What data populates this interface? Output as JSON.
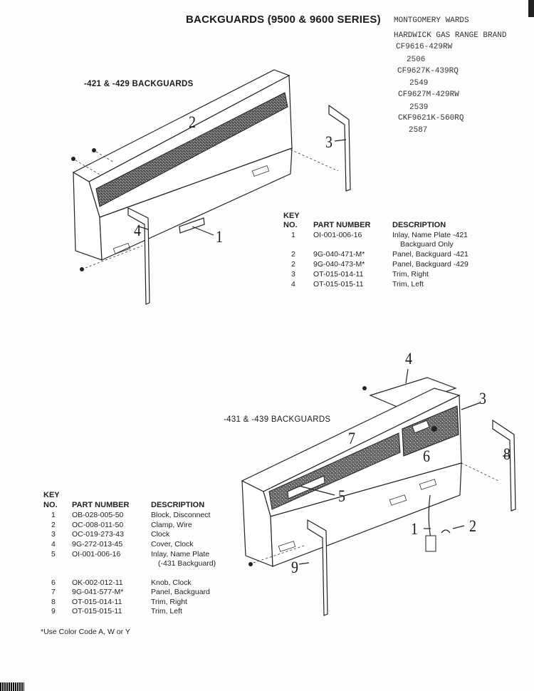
{
  "title": "BACKGUARDS (9500 & 9600 SERIES)",
  "brand": {
    "lines": [
      "MONTGOMERY WARDS",
      "HARDWICK GAS RANGE BRAND",
      "CF9616-429RW",
      "2506",
      "CF9627K-439RQ",
      "2549",
      "CF9627M-429RW",
      "2539",
      "CKF9621K-560RQ",
      "2587"
    ]
  },
  "section1": {
    "heading": "-421 & -429 BACKGUARDS",
    "callouts": [
      "1",
      "2",
      "3",
      "4"
    ],
    "table": {
      "headers": {
        "key1": "KEY",
        "key2": "NO.",
        "part": "PART NUMBER",
        "desc": "DESCRIPTION"
      },
      "rows": [
        {
          "no": "1",
          "part": "OI-001-006-16",
          "desc": "Inlay, Name Plate -421",
          "desc2": "Backguard Only"
        },
        {
          "no": "2",
          "part": "9G-040-471-M*",
          "desc": "Panel, Backguard -421"
        },
        {
          "no": "2",
          "part": "9G-040-473-M*",
          "desc": "Panel, Backguard -429"
        },
        {
          "no": "3",
          "part": "OT-015-014-11",
          "desc": "Trim, Right"
        },
        {
          "no": "4",
          "part": "OT-015-015-11",
          "desc": "Trim, Left"
        }
      ]
    }
  },
  "section2": {
    "heading": "-431 & -439 BACKGUARDS",
    "callouts": [
      "1",
      "2",
      "3",
      "4",
      "5",
      "6",
      "7",
      "8",
      "9"
    ],
    "table": {
      "headers": {
        "key1": "KEY",
        "key2": "NO.",
        "part": "PART NUMBER",
        "desc": "DESCRIPTION"
      },
      "rows": [
        {
          "no": "1",
          "part": "OB-028-005-50",
          "desc": "Block, Disconnect"
        },
        {
          "no": "2",
          "part": "OC-008-011-50",
          "desc": "Clamp, Wire"
        },
        {
          "no": "3",
          "part": "OC-019-273-43",
          "desc": "Clock"
        },
        {
          "no": "4",
          "part": "9G-272-013-45",
          "desc": "Cover, Clock"
        },
        {
          "no": "5",
          "part": "OI-001-006-16",
          "desc": "Inlay, Name Plate",
          "desc2": "(-431 Backguard)"
        },
        {
          "no": "6",
          "part": "OK-002-012-11",
          "desc": "Knob, Clock"
        },
        {
          "no": "7",
          "part": "9G-041-577-M*",
          "desc": "Panel, Backguard"
        },
        {
          "no": "8",
          "part": "OT-015-014-11",
          "desc": "Trim, Right"
        },
        {
          "no": "9",
          "part": "OT-015-015-11",
          "desc": "Trim, Left"
        }
      ]
    },
    "footnote": "*Use Color Code A, W or Y"
  }
}
